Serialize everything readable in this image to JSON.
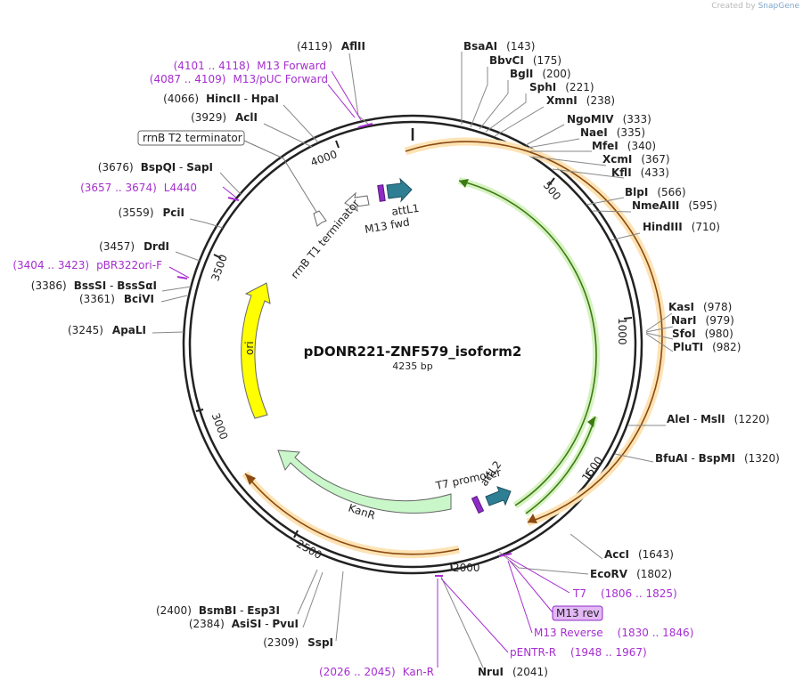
{
  "watermark": {
    "prefix": "Created by",
    "brand": "SnapGene"
  },
  "plasmid": {
    "name": "pDONR221-ZNF579_isoform2",
    "length": "4235 bp"
  },
  "ticks": [
    "500",
    "1000",
    "1500",
    "2000",
    "2500",
    "3000",
    "3500",
    "4000"
  ],
  "feature_labels": {
    "ori": "ori",
    "kanr": "KanR",
    "attl1": "attL1",
    "m13fwd": "M13 fwd",
    "rrnb_t1": "rrnB T1 terminator",
    "rrnb_t2": "rrnB T2 terminator",
    "t7_promoter": "T7 promoter",
    "attl2": "attL2"
  },
  "sites_left": [
    {
      "pos": "(4119)",
      "name": "AflII"
    },
    {
      "pos": "(4066)",
      "name": "HincII",
      "name2": "HpaI"
    },
    {
      "pos": "(3929)",
      "name": "AclI"
    },
    {
      "pos": "(3676)",
      "name": "BspQI",
      "name2": "SapI"
    },
    {
      "pos": "(3559)",
      "name": "PciI"
    },
    {
      "pos": "(3457)",
      "name": "DrdI"
    },
    {
      "pos": "(3386)",
      "name": "BssSI",
      "name2": "BssSαI"
    },
    {
      "pos": "(3361)",
      "name": "BciVI"
    },
    {
      "pos": "(3245)",
      "name": "ApaLI"
    },
    {
      "pos": "(2400)",
      "name": "BsmBI",
      "name2": "Esp3I"
    },
    {
      "pos": "(2384)",
      "name": "AsiSI",
      "name2": "PvuI"
    },
    {
      "pos": "(2309)",
      "name": "SspI"
    },
    {
      "name": "NruI",
      "pos": "(2041)"
    }
  ],
  "sites_right": [
    {
      "name": "BsaAI",
      "pos": "(143)"
    },
    {
      "name": "BbvCI",
      "pos": "(175)"
    },
    {
      "name": "BglI",
      "pos": "(200)"
    },
    {
      "name": "SphI",
      "pos": "(221)"
    },
    {
      "name": "XmnI",
      "pos": "(238)"
    },
    {
      "name": "NgoMIV",
      "pos": "(333)"
    },
    {
      "name": "NaeI",
      "pos": "(335)"
    },
    {
      "name": "MfeI",
      "pos": "(340)"
    },
    {
      "name": "XcmI",
      "pos": "(367)"
    },
    {
      "name": "KflI",
      "pos": "(433)"
    },
    {
      "name": "BlpI",
      "pos": "(566)"
    },
    {
      "name": "NmeAIII",
      "pos": "(595)"
    },
    {
      "name": "HindIII",
      "pos": "(710)"
    },
    {
      "name": "KasI",
      "pos": "(978)"
    },
    {
      "name": "NarI",
      "pos": "(979)"
    },
    {
      "name": "SfoI",
      "pos": "(980)"
    },
    {
      "name": "PluTI",
      "pos": "(982)"
    },
    {
      "name": "AleI",
      "name2": "MslI",
      "pos": "(1220)"
    },
    {
      "name": "BfuAI",
      "name2": "BspMI",
      "pos": "(1320)"
    },
    {
      "name": "AccI",
      "pos": "(1643)"
    },
    {
      "name": "EcoRV",
      "pos": "(1802)"
    }
  ],
  "primers": [
    {
      "range": "(4101 .. 4118)",
      "name": "M13 Forward"
    },
    {
      "range": "(4087 .. 4109)",
      "name": "M13/pUC Forward"
    },
    {
      "range": "(3657 .. 3674)",
      "name": "L4440"
    },
    {
      "range": "(3404 .. 3423)",
      "name": "pBR322ori-F"
    },
    {
      "name": "T7",
      "range": "(1806 .. 1825)"
    },
    {
      "name": "M13 rev"
    },
    {
      "name": "M13 Reverse",
      "range": "(1830 .. 1846)"
    },
    {
      "name": "pENTR-R",
      "range": "(1948 .. 1967)"
    },
    {
      "range": "(2026 .. 2045)",
      "name": "Kan-R"
    }
  ],
  "colors": {
    "orange": "#f4a63a",
    "green": "#5aa72a",
    "teal": "#2e7f93",
    "yellow": "#ffff00",
    "kanr": "#c9f7c9",
    "purple": "#a62ed0"
  }
}
